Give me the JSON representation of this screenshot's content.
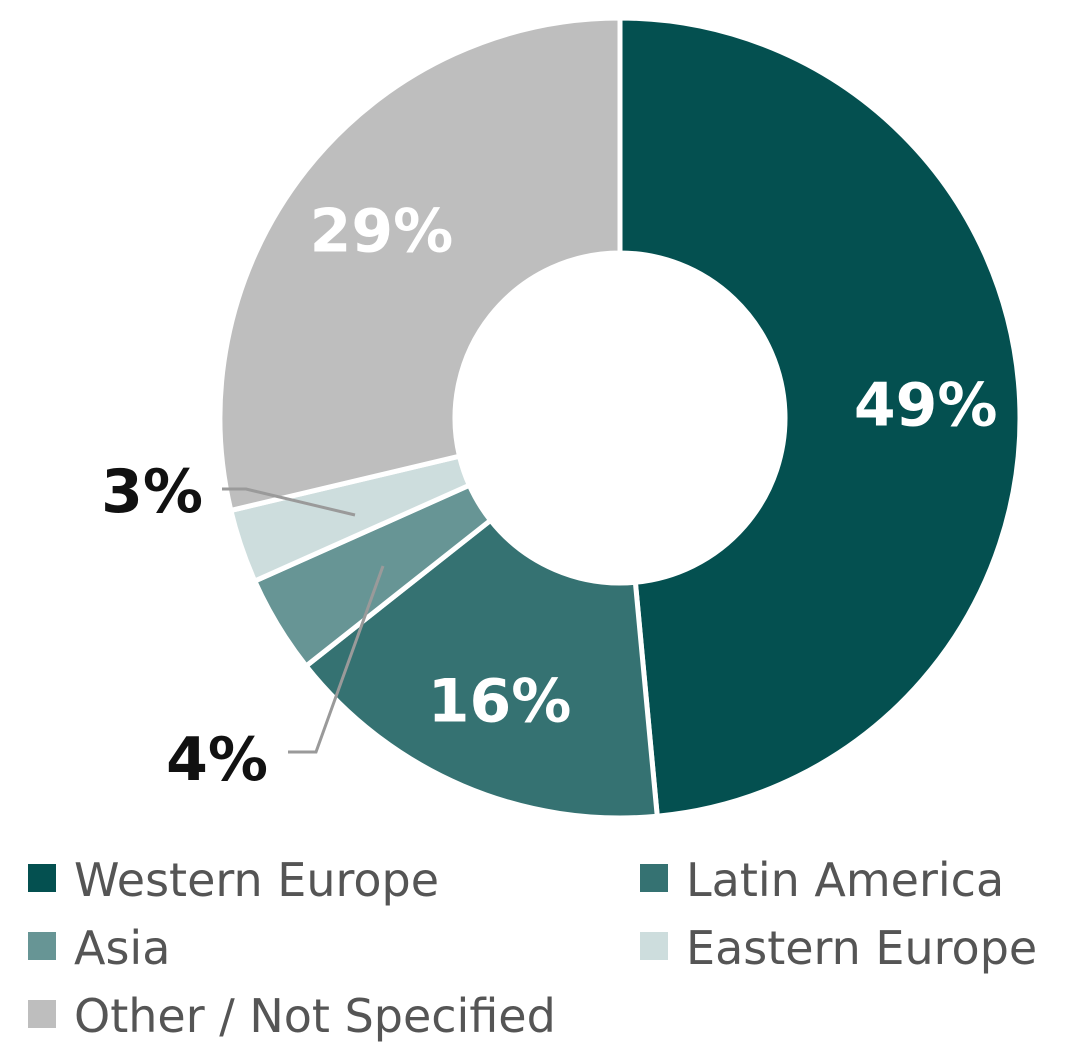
{
  "chart_data": {
    "type": "pie",
    "donut": true,
    "title": "",
    "categories": [
      "Western Europe",
      "Latin America",
      "Asia",
      "Eastern Europe",
      "Other / Not Specified"
    ],
    "values": [
      49,
      16,
      4,
      3,
      29
    ],
    "value_labels": [
      "49%",
      "16%",
      "4%",
      "3%",
      "29%"
    ],
    "colors": [
      "#045050",
      "#357272",
      "#679595",
      "#cddddd",
      "#bebebe"
    ],
    "label_colors": [
      "#ffffff",
      "#ffffff",
      "#111111",
      "#111111",
      "#ffffff"
    ],
    "outside_labels": [
      false,
      false,
      true,
      true,
      false
    ],
    "legend_position": "bottom",
    "start_angle": "top",
    "direction": "clockwise"
  }
}
